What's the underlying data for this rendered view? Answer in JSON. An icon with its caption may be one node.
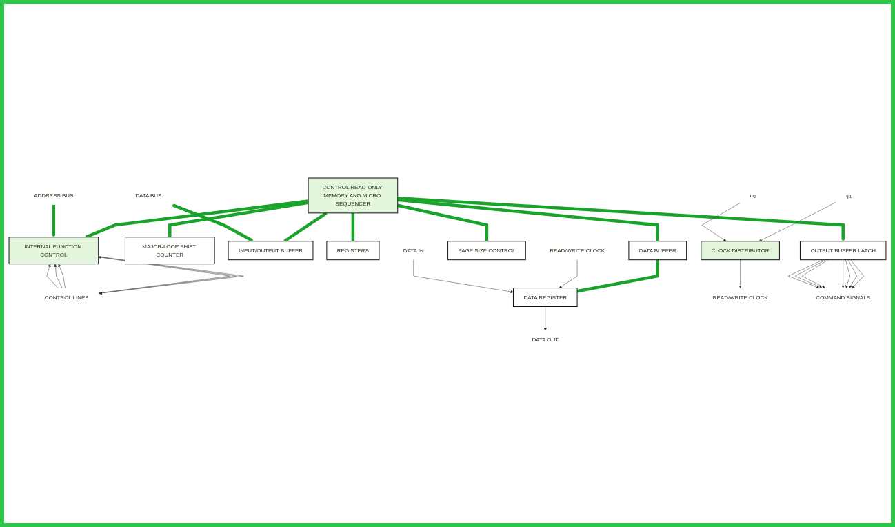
{
  "diagram": {
    "nodes": [
      {
        "text": [
          "CONTROL READ-ONLY MEMORY AND MICRO SEQUENCER"
        ]
      },
      {
        "text": [
          "OUTPUT BUFFER LATCH"
        ]
      },
      {
        "text": [
          "MAJOR-LOOP SHIFT COUNTER"
        ]
      },
      {
        "text": [
          "DATA BUS"
        ]
      },
      {
        "text": [
          "INPUT/OUTPUT BUFFER"
        ]
      },
      {
        "text": [
          "REGISTERS"
        ]
      },
      {
        "text": [
          "DATA BUFFER"
        ]
      },
      {
        "text": [
          "PAGE SIZE CONTROL"
        ]
      },
      {
        "text": [
          "ADDRESS BUS"
        ]
      },
      {
        "text": [
          "INTERNAL FUNCTION CONTROL"
        ]
      },
      {
        "text": [
          "CONTROL LINES"
        ]
      },
      {
        "text": [
          "READ/WRITE CLOCK"
        ]
      },
      {
        "text": [
          "DATA IN"
        ]
      },
      {
        "text": [
          "DATA REGISTER"
        ]
      },
      {
        "text": [
          "DATA OUT"
        ]
      },
      {
        "text": [
          "φ₁"
        ]
      },
      {
        "text": [
          "φ₂"
        ]
      },
      {
        "text": [
          "CLOCK DISTRIBUTOR"
        ]
      },
      {
        "text": [
          "READ/WRITE CLOCK"
        ]
      },
      {
        "text": [
          "COMMAND SIGNALS"
        ]
      }
    ],
    "edges": [
      {
        "from": 0,
        "to": 1,
        "arrow": "to",
        "style": "thick",
        "color": "#1aa32a"
      },
      {
        "from": 0,
        "to": 2,
        "arrow": "none",
        "style": "thick",
        "color": "#1aa32a"
      },
      {
        "from": 0,
        "to": 4,
        "arrow": "none",
        "style": "thick",
        "color": "#1aa32a"
      },
      {
        "from": 0,
        "to": 5,
        "arrow": "none",
        "style": "thick",
        "color": "#1aa32a"
      },
      {
        "from": 0,
        "to": 6,
        "arrow": "none",
        "style": "thick",
        "color": "#1aa32a"
      },
      {
        "from": 0,
        "to": 7,
        "arrow": "none",
        "style": "thick",
        "color": "#1aa32a"
      },
      {
        "from": 0,
        "to": 9,
        "arrow": "none",
        "style": "thick",
        "color": "#1aa32a"
      },
      {
        "from": 3,
        "to": 4,
        "arrow": "both",
        "style": "thick",
        "color": "#1aa32a"
      },
      {
        "from": 8,
        "to": 9,
        "arrow": "to",
        "style": "thick",
        "color": "#1aa32a"
      },
      {
        "from": 6,
        "to": 13,
        "arrow": "none",
        "style": "thick",
        "color": "#1aa32a"
      },
      {
        "from": 10,
        "to": 9,
        "arrow": "to"
      },
      {
        "from": 10,
        "to": 9,
        "arrow": "to"
      },
      {
        "from": 10,
        "to": 9,
        "arrow": "to"
      },
      {
        "from": 10,
        "to": 9,
        "arrow": "to"
      },
      {
        "from": 9,
        "to": 10,
        "arrow": "to"
      },
      {
        "from": 9,
        "to": 10,
        "arrow": "to"
      },
      {
        "from": 1,
        "to": 19,
        "arrow": "to"
      },
      {
        "from": 1,
        "to": 19,
        "arrow": "to"
      },
      {
        "from": 1,
        "to": 19,
        "arrow": "to"
      },
      {
        "from": 1,
        "to": 19,
        "arrow": "to"
      },
      {
        "from": 1,
        "to": 19,
        "arrow": "to"
      },
      {
        "from": 1,
        "to": 19,
        "arrow": "to"
      },
      {
        "from": 1,
        "to": 19,
        "arrow": "to"
      },
      {
        "from": 11,
        "to": 13,
        "arrow": "to"
      },
      {
        "from": 12,
        "to": 13,
        "arrow": "to"
      },
      {
        "from": 13,
        "to": 14,
        "arrow": "to"
      },
      {
        "from": 15,
        "to": 17,
        "arrow": "to"
      },
      {
        "from": 16,
        "to": 17,
        "arrow": "to"
      },
      {
        "from": 17,
        "to": 18,
        "arrow": "to"
      }
    ]
  }
}
